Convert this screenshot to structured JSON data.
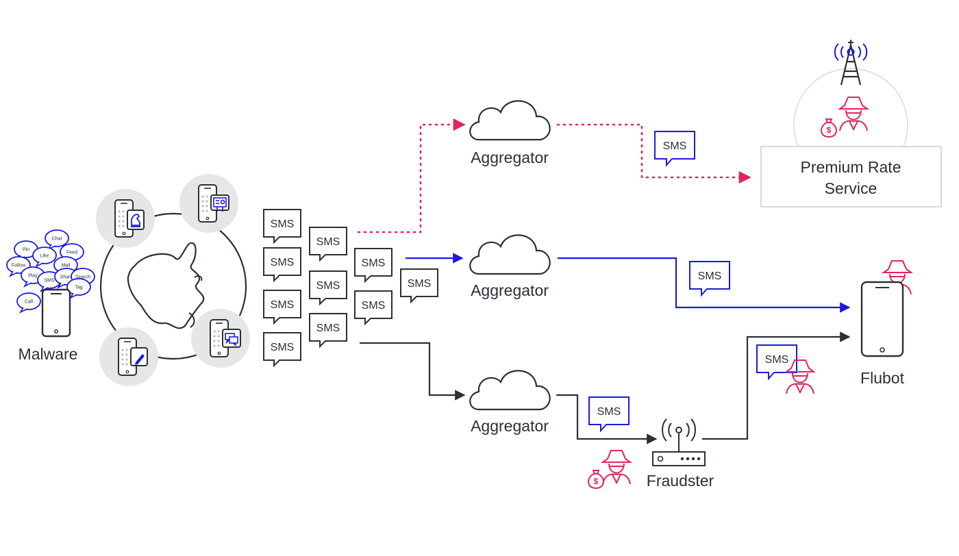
{
  "nodes": {
    "malware": "Malware",
    "aggregator_top": "Aggregator",
    "aggregator_mid": "Aggregator",
    "aggregator_bottom": "Aggregator",
    "premium_rate_line1": "Premium Rate",
    "premium_rate_line2": "Service",
    "flubot": "Flubot",
    "fraudster": "Fraudster"
  },
  "sms_label": "SMS",
  "malware_bubbles": [
    "Pin",
    "Chat",
    "Like",
    "Feed",
    "Follow",
    "Mail",
    "Play",
    "SMS",
    "Share",
    "Search",
    "Tag",
    "Call"
  ],
  "colors": {
    "ink": "#2b2f36",
    "blue": "#1a1adf",
    "red": "#e0245e",
    "grey_disc": "#e6e6e6",
    "light_border": "#d8d8d8"
  },
  "icons": {
    "dollar_bag": "$"
  }
}
